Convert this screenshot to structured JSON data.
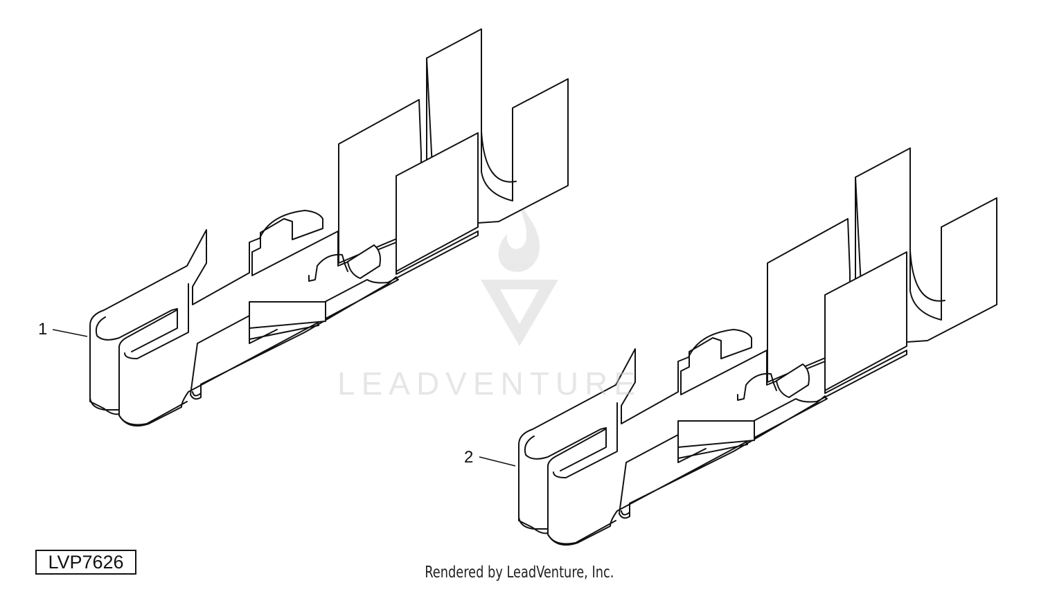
{
  "callouts": [
    {
      "label": "1"
    },
    {
      "label": "2"
    }
  ],
  "reference_code": "LVP7626",
  "footer_text": "Rendered by LeadVenture, Inc.",
  "watermark": {
    "text": "LEADVENTURE",
    "color": "#c8c8c8"
  }
}
